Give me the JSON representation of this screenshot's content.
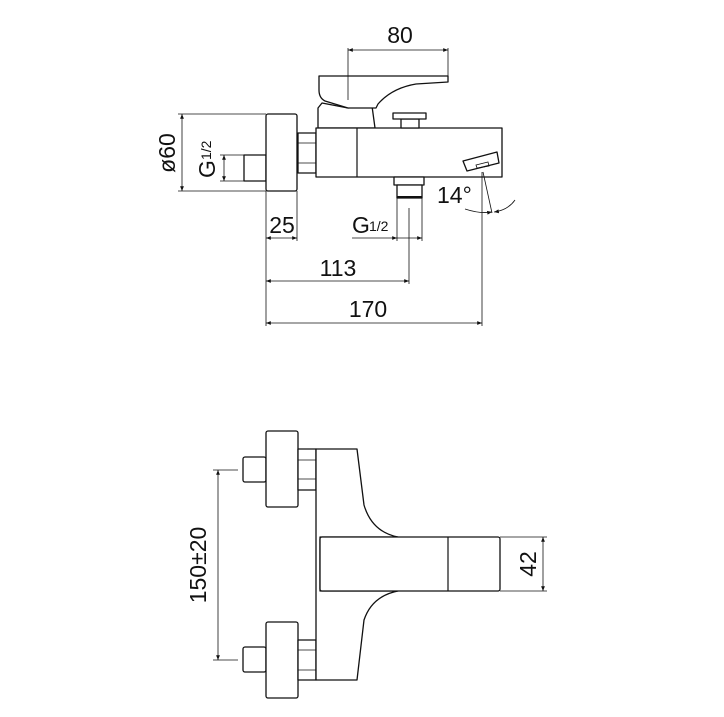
{
  "side_view": {
    "dim_lever": "80",
    "dim_diameter": "ø60",
    "dim_wall_thread": {
      "g": "G",
      "frac": "1/2"
    },
    "dim_disc": "25",
    "dim_outlet_thread": {
      "g": "G",
      "frac": "1/2"
    },
    "dim_outlet_pos": "113",
    "dim_total": "170",
    "dim_angle": "14°"
  },
  "front_view": {
    "dim_centers": "150±20",
    "dim_spout_height": "42"
  },
  "colors": {
    "line": "#111111",
    "background": "#ffffff"
  }
}
